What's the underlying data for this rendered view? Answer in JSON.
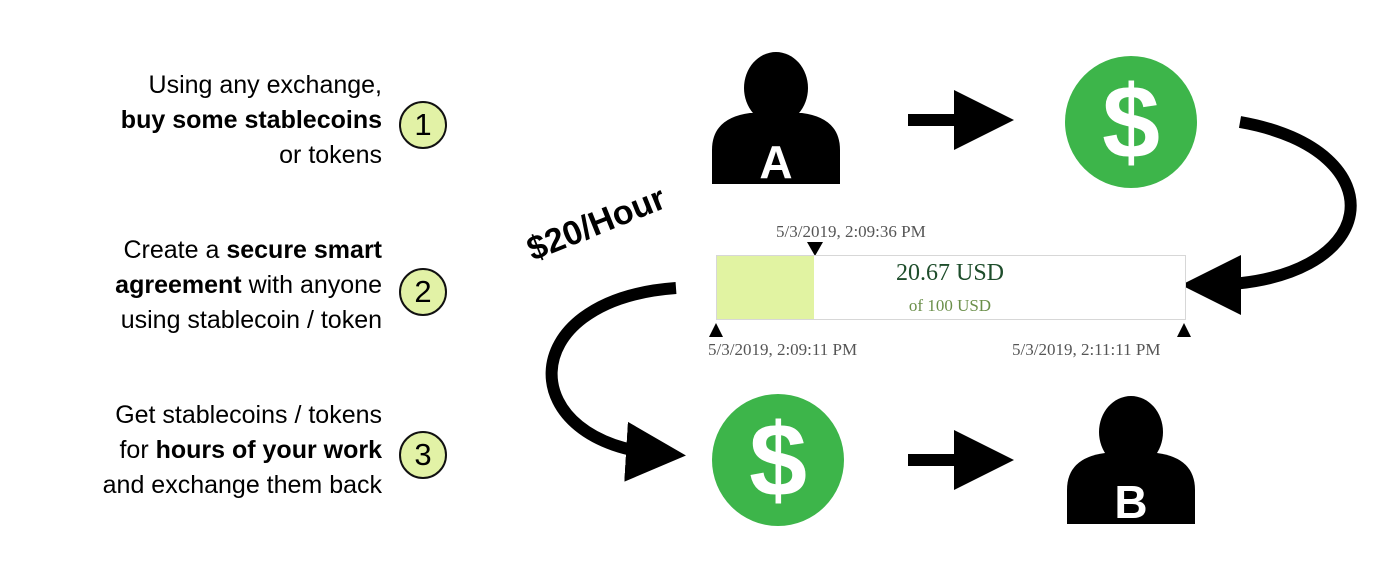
{
  "steps": [
    {
      "number": "1",
      "line1": "Using any exchange,",
      "bold1": "buy some stablecoins",
      "line3": "or tokens"
    },
    {
      "number": "2",
      "line1a": "Create a ",
      "bold1": "secure smart",
      "bold2": "agreement",
      "line2b": " with anyone",
      "line3": "using stablecoin / token"
    },
    {
      "number": "3",
      "line1": "Get stablecoins / tokens",
      "line2a": "for ",
      "bold1": "hours of your work",
      "line3": "and exchange them back"
    }
  ],
  "rate_label": "$20/Hour",
  "persons": {
    "a_label": "A",
    "b_label": "B"
  },
  "coin_symbol": "$",
  "progress": {
    "amount": "20.67",
    "amount_unit": "USD",
    "of_label": "of 100 USD",
    "fraction": 0.2067,
    "current_time": "5/3/2019, 2:09:36 PM",
    "start_time": "5/3/2019, 2:09:11 PM",
    "end_time": "5/3/2019, 2:11:11 PM"
  },
  "colors": {
    "coin_green": "#3db54a",
    "badge_fill": "#e2f2a6",
    "progress_fill": "#e1f3a2",
    "ink": "#000000"
  }
}
